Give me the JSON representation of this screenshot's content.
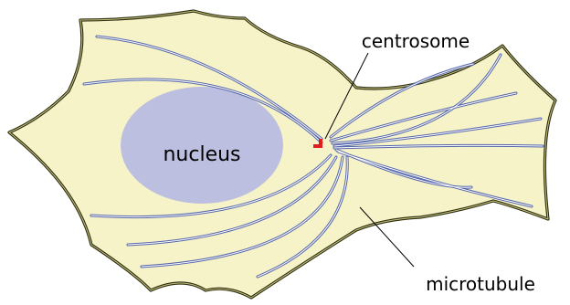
{
  "labels": {
    "nucleus": "nucleus",
    "centrosome": "centrosome",
    "microtubule": "microtubule"
  },
  "colors": {
    "cytoplasm_fill": "#f7f3c8",
    "cell_outline_dark": "#2b2b12",
    "cell_outline_light": "#c7c57a",
    "nucleus_fill": "#bcbfe0",
    "microtubule_stroke": "#5566aa",
    "microtubule_core": "#ffffff",
    "centrosome": "#e02020",
    "leader_line": "#000000"
  }
}
